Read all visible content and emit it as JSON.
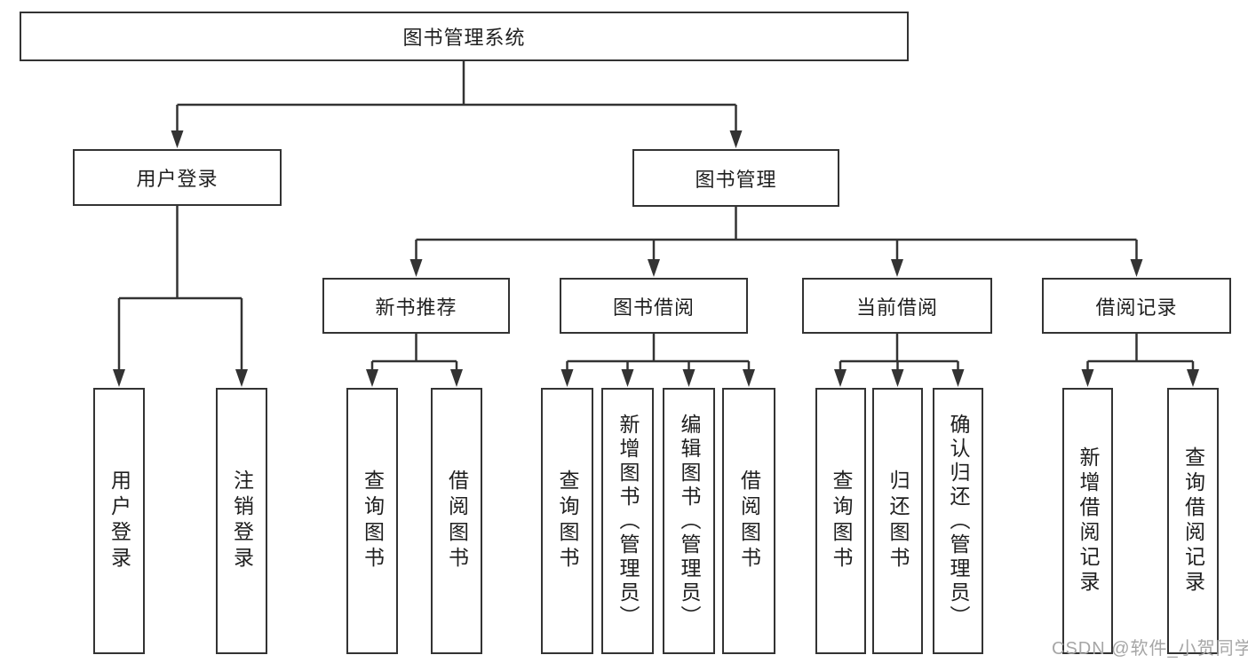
{
  "diagram": {
    "root": {
      "label": "图书管理系统"
    },
    "branches": [
      {
        "label": "用户登录",
        "children": [
          {
            "label": "用户登录"
          },
          {
            "label": "注销登录"
          }
        ]
      },
      {
        "label": "图书管理",
        "children": [
          {
            "label": "新书推荐",
            "children": [
              {
                "label": "查询图书"
              },
              {
                "label": "借阅图书"
              }
            ]
          },
          {
            "label": "图书借阅",
            "children": [
              {
                "label": "查询图书"
              },
              {
                "label": "新增图书（管理员）"
              },
              {
                "label": "编辑图书（管理员）"
              },
              {
                "label": "借阅图书"
              }
            ]
          },
          {
            "label": "当前借阅",
            "children": [
              {
                "label": "查询图书"
              },
              {
                "label": "归还图书"
              },
              {
                "label": "确认归还（管理员）"
              }
            ]
          },
          {
            "label": "借阅记录",
            "children": [
              {
                "label": "新增借阅记录"
              },
              {
                "label": "查询借阅记录"
              }
            ]
          }
        ]
      }
    ]
  },
  "watermark": {
    "text": "CSDN @软件_小贺同学"
  },
  "colors": {
    "line": "#333333",
    "box_border": "#333333",
    "text": "#1f1f1f",
    "watermark": "#a6a6a6",
    "background": "#ffffff"
  }
}
